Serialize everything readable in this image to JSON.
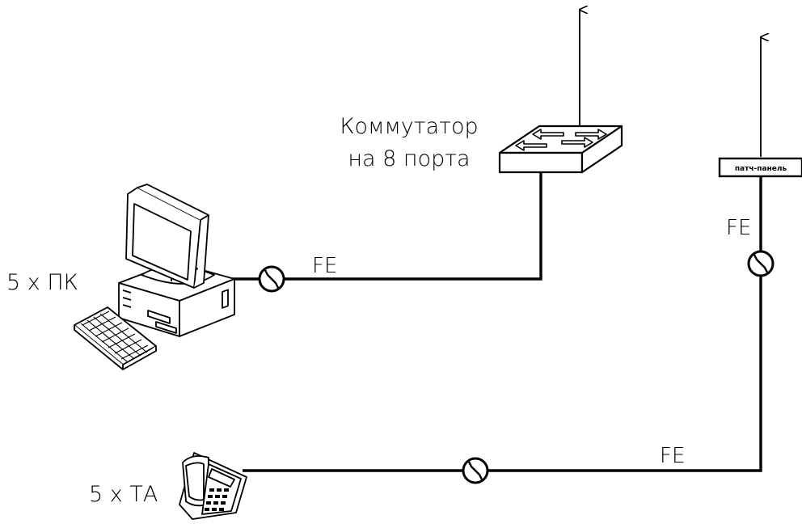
{
  "diagram": {
    "switch_label_line1": "Коммутатор",
    "switch_label_line2": "на 8 порта",
    "patch_panel_label": "патч-панель",
    "pc_label": "5 х ПК",
    "phone_label": "5 х ТА",
    "link_pc_switch": "FE",
    "link_patch": "FE",
    "link_phone": "FE"
  },
  "colors": {
    "line": "#000000",
    "background": "#ffffff"
  }
}
